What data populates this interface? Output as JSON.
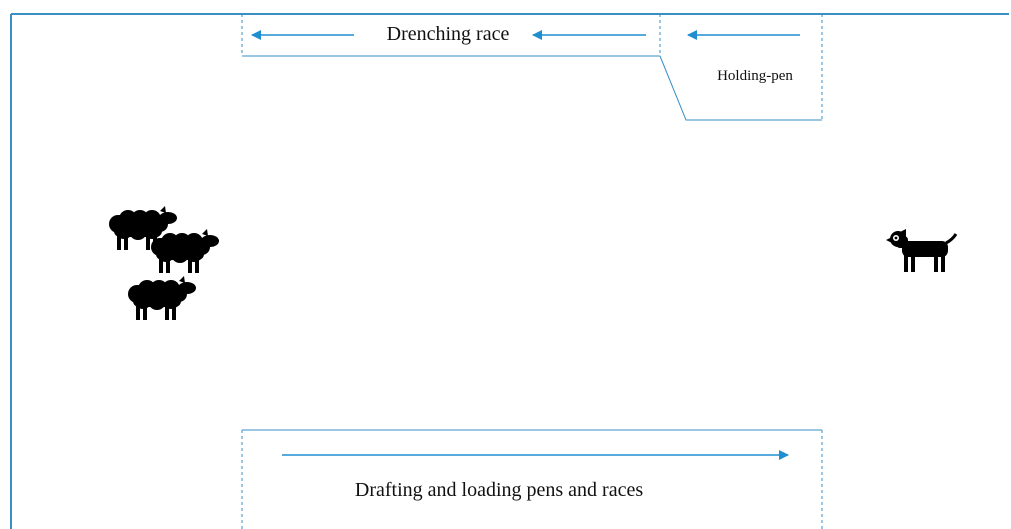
{
  "labels": {
    "drenching_race": "Drenching race",
    "holding_pen": "Holding-pen",
    "drafting_pens": "Drafting and loading pens and races"
  },
  "colors": {
    "line": "#3a8fc7",
    "arrow": "#1f8fd0",
    "animal": "#000000"
  },
  "icons": {
    "sheep": "sheep-icon",
    "dog": "dog-icon"
  }
}
